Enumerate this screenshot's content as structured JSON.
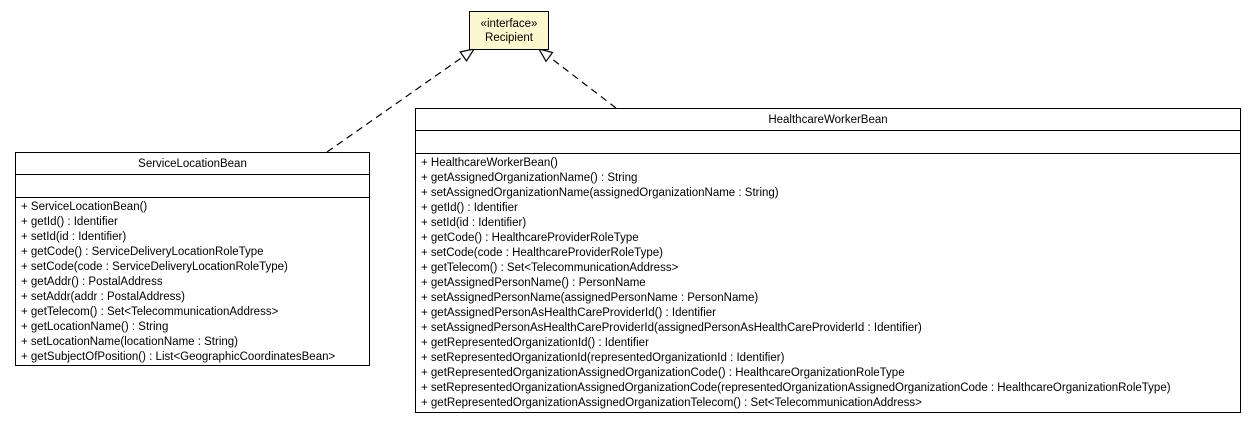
{
  "diagram": {
    "kind": "uml-class-diagram",
    "colors": {
      "background": "#ffffff",
      "node_fill": "#ffffff",
      "interface_fill": "#fcf8cd",
      "border": "#000000",
      "text": "#000000"
    },
    "interface": {
      "stereotype": "«interface»",
      "name": "Recipient"
    },
    "classes": [
      {
        "name": "ServiceLocationBean",
        "attributes": [],
        "methods": [
          "+ ServiceLocationBean()",
          "+ getId() : Identifier",
          "+ setId(id : Identifier)",
          "+ getCode() : ServiceDeliveryLocationRoleType",
          "+ setCode(code : ServiceDeliveryLocationRoleType)",
          "+ getAddr() : PostalAddress",
          "+ setAddr(addr : PostalAddress)",
          "+ getTelecom() : Set<TelecommunicationAddress>",
          "+ getLocationName() : String",
          "+ setLocationName(locationName : String)",
          "+ getSubjectOfPosition() : List<GeographicCoordinatesBean>"
        ]
      },
      {
        "name": "HealthcareWorkerBean",
        "attributes": [],
        "methods": [
          "+ HealthcareWorkerBean()",
          "+ getAssignedOrganizationName() : String",
          "+ setAssignedOrganizationName(assignedOrganizationName : String)",
          "+ getId() : Identifier",
          "+ setId(id : Identifier)",
          "+ getCode() : HealthcareProviderRoleType",
          "+ setCode(code : HealthcareProviderRoleType)",
          "+ getTelecom() : Set<TelecommunicationAddress>",
          "+ getAssignedPersonName() : PersonName",
          "+ setAssignedPersonName(assignedPersonName : PersonName)",
          "+ getAssignedPersonAsHealthCareProviderId() : Identifier",
          "+ setAssignedPersonAsHealthCareProviderId(assignedPersonAsHealthCareProviderId : Identifier)",
          "+ getRepresentedOrganizationId() : Identifier",
          "+ setRepresentedOrganizationId(representedOrganizationId : Identifier)",
          "+ getRepresentedOrganizationAssignedOrganizationCode() : HealthcareOrganizationRoleType",
          "+ setRepresentedOrganizationAssignedOrganizationCode(representedOrganizationAssignedOrganizationCode : HealthcareOrganizationRoleType)",
          "+ getRepresentedOrganizationAssignedOrganizationTelecom() : Set<TelecommunicationAddress>"
        ]
      }
    ],
    "relations": [
      {
        "type": "realization",
        "from": "ServiceLocationBean",
        "to": "Recipient"
      },
      {
        "type": "realization",
        "from": "HealthcareWorkerBean",
        "to": "Recipient"
      }
    ]
  }
}
